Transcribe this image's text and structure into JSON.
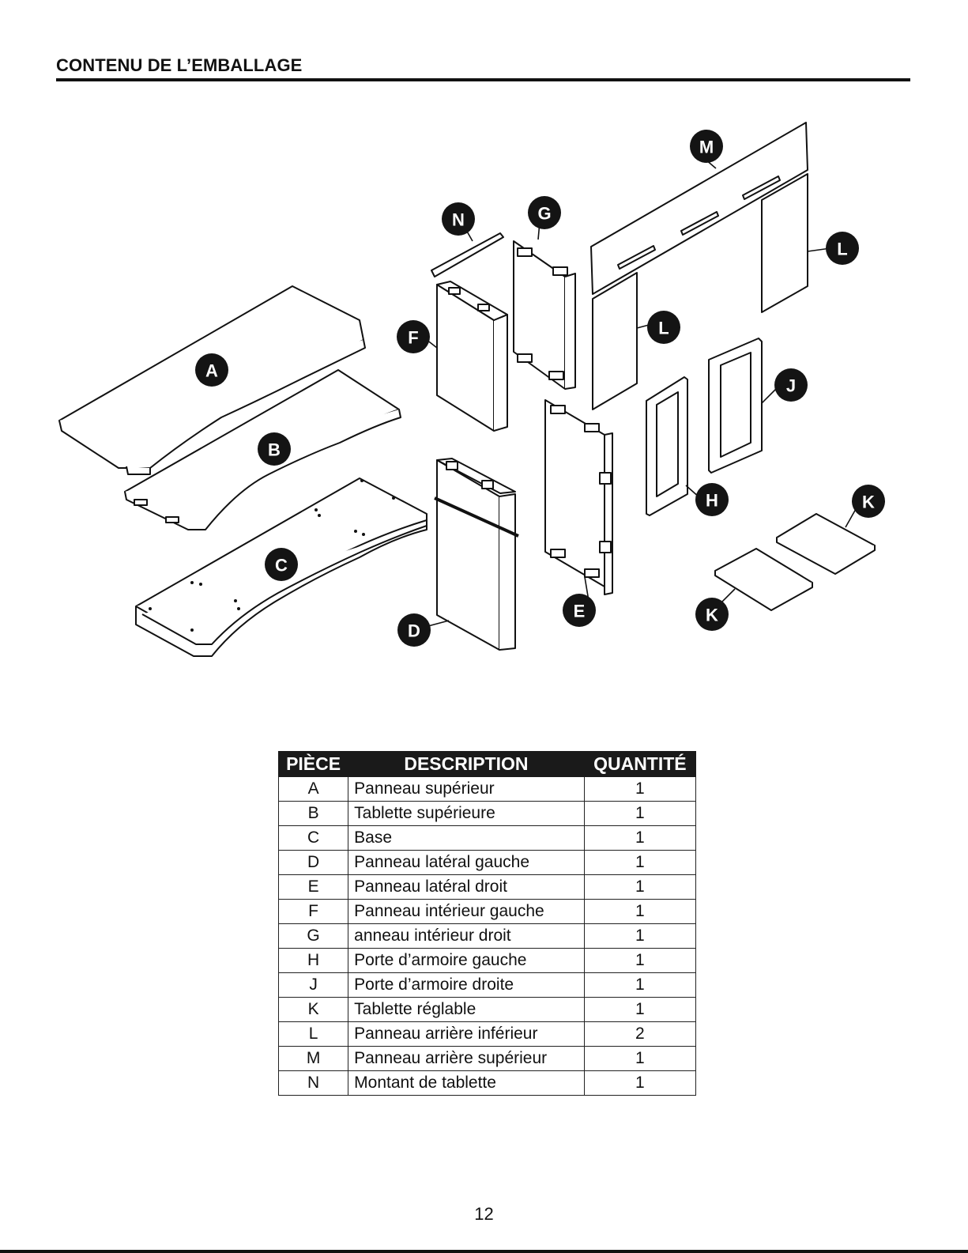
{
  "document": {
    "title": "CONTENU DE L’EMBALLAGE",
    "page_number": "12"
  },
  "diagram": {
    "labels": [
      "A",
      "B",
      "C",
      "D",
      "E",
      "F",
      "G",
      "H",
      "J",
      "K",
      "L",
      "M",
      "N"
    ]
  },
  "table": {
    "headers": [
      "PIÈCE",
      "DESCRIPTION",
      "QUANTITÉ"
    ],
    "rows": [
      {
        "piece": "A",
        "description": "Panneau supérieur",
        "qty": "1"
      },
      {
        "piece": "B",
        "description": "Tablette supérieure",
        "qty": "1"
      },
      {
        "piece": "C",
        "description": "Base",
        "qty": "1"
      },
      {
        "piece": "D",
        "description": "Panneau latéral gauche",
        "qty": "1"
      },
      {
        "piece": "E",
        "description": "Panneau latéral droit",
        "qty": "1"
      },
      {
        "piece": "F",
        "description": "Panneau intérieur gauche",
        "qty": "1"
      },
      {
        "piece": "G",
        "description": "anneau intérieur droit",
        "qty": "1"
      },
      {
        "piece": "H",
        "description": "Porte d’armoire gauche",
        "qty": "1"
      },
      {
        "piece": "J",
        "description": "Porte d’armoire droite",
        "qty": "1"
      },
      {
        "piece": "K",
        "description": "Tablette réglable",
        "qty": "1"
      },
      {
        "piece": "L",
        "description": "Panneau arrière inférieur",
        "qty": "2"
      },
      {
        "piece": "M",
        "description": "Panneau arrière supérieur",
        "qty": "1"
      },
      {
        "piece": "N",
        "description": "Montant de tablette",
        "qty": "1"
      }
    ]
  }
}
